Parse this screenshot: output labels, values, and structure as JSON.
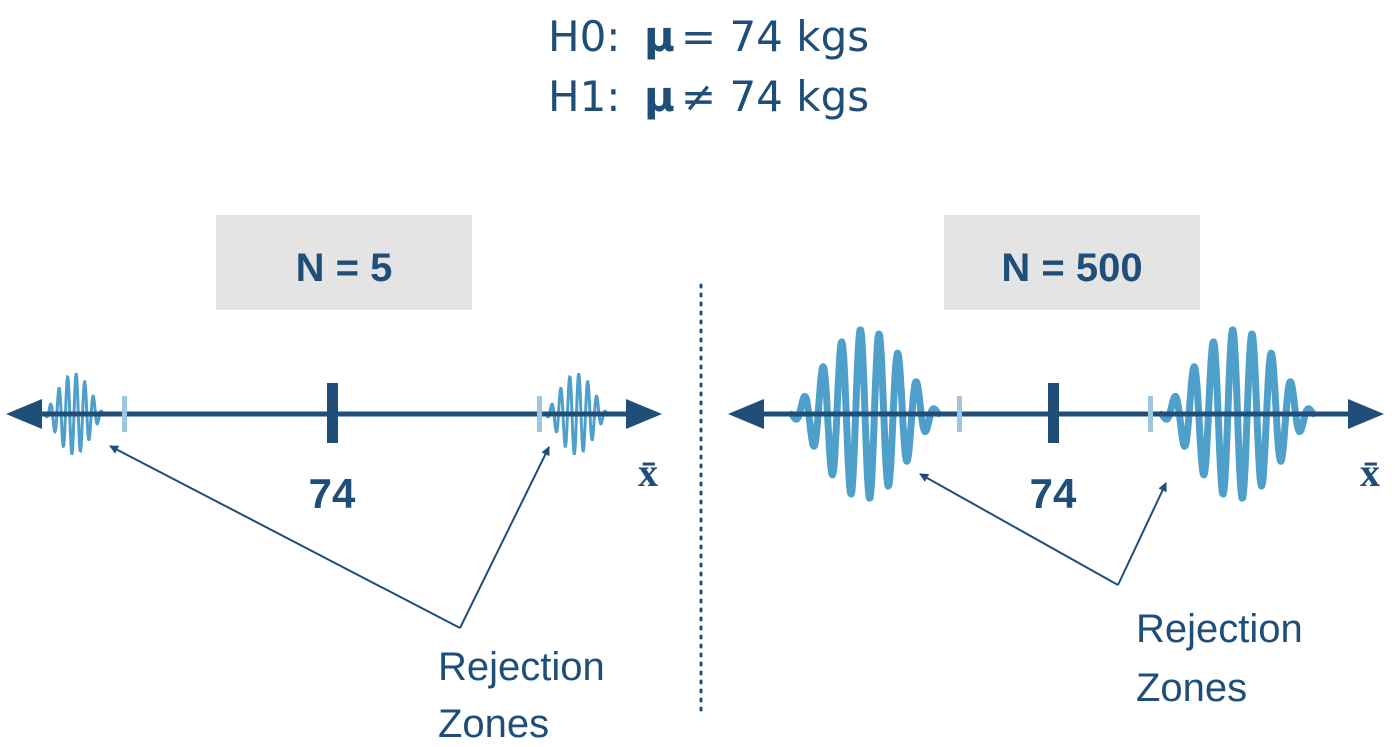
{
  "hypotheses": {
    "h0": {
      "label": "H0:",
      "mu": "μ",
      "statement": "= 74 kgs"
    },
    "h1": {
      "label": "H1:",
      "mu": "μ",
      "statement": "≠ 74 kgs"
    }
  },
  "panels": [
    {
      "sample_label": "N = 5",
      "center_label": "74",
      "axis_symbol": "x̄",
      "zones_label": [
        "Rejection",
        "Zones"
      ]
    },
    {
      "sample_label": "N = 500",
      "center_label": "74",
      "axis_symbol": "x̄",
      "zones_label": [
        "Rejection",
        "Zones"
      ]
    }
  ],
  "colors": {
    "dark_blue": "#1f4e79",
    "light_blue": "#4f9fcb",
    "pale_blue": "#9fc6e0",
    "box_gray": "#e4e4e4"
  }
}
